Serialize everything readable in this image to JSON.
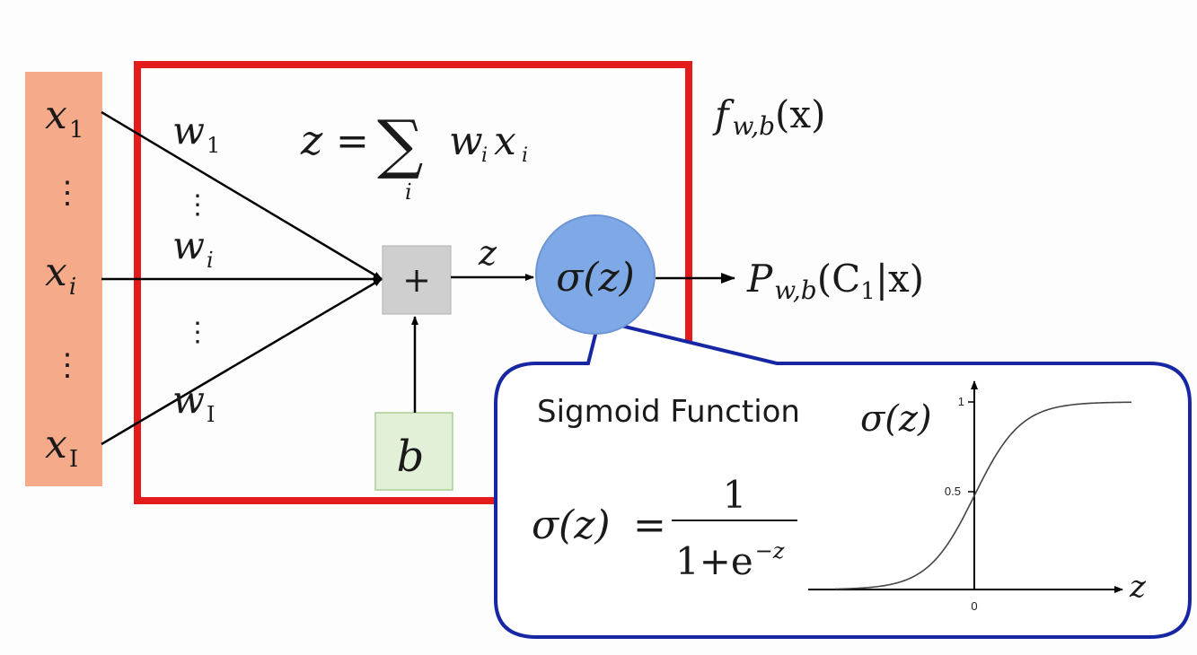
{
  "colors": {
    "input_column": "#f5aa8a",
    "neuron_box": "#e31b1b",
    "sum_box": "#cfcfcf",
    "bias_box": "#e1f0d7",
    "sigma_node": "#7fa9e6",
    "callout_border": "#1727a3"
  },
  "inputs": {
    "x_first": {
      "base": "x",
      "sub": "1"
    },
    "dots_a": "⋮",
    "x_i": {
      "base": "x",
      "sub": "i"
    },
    "dots_b": "⋮",
    "x_last": {
      "base": "x",
      "sub": "I"
    }
  },
  "weights": {
    "w_first": {
      "base": "w",
      "sub": "1"
    },
    "dots_a": "⋮",
    "w_i": {
      "base": "w",
      "sub": "i"
    },
    "dots_b": "⋮",
    "w_last": {
      "base": "w",
      "sub": "I"
    }
  },
  "formula_z": {
    "lhs": "z",
    "equals": "=",
    "sum": "∑",
    "index": "i",
    "w": "w",
    "w_sub": "i",
    "x": "x",
    "x_sub": "i"
  },
  "function_label": {
    "base": "f",
    "sub": "w,b",
    "arg": "(x)"
  },
  "sum_node": {
    "symbol": "+"
  },
  "bias": {
    "label": "b"
  },
  "z_arrow_label": "z",
  "sigma_node": {
    "label": "σ(z)"
  },
  "output": {
    "base": "P",
    "sub": "w,b",
    "arg": "(C",
    "arg_sub": "1",
    "arg_tail": "|x)"
  },
  "callout": {
    "title": "Sigmoid Function",
    "formula": {
      "lhs": "σ(z)",
      "equals": "=",
      "numerator": "1",
      "denominator": "1+e",
      "exponent": "−z"
    },
    "graph": {
      "y_label": "σ(z)",
      "x_label": "z",
      "y_ticks": [
        "1",
        "0.5"
      ],
      "x_ticks": [
        "0"
      ]
    }
  }
}
